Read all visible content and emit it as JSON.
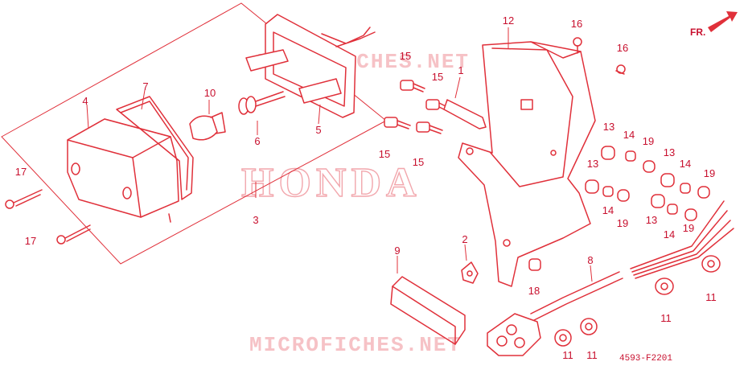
{
  "watermarks": {
    "top": "MICROFICHES.NET",
    "center": "HONDA",
    "bottom": "MICROFICHES.NET"
  },
  "direction": {
    "label": "FR."
  },
  "figure_code": "4593-F2201",
  "callouts": [
    "1",
    "2",
    "3",
    "4",
    "5",
    "6",
    "7",
    "8",
    "9",
    "10",
    "11",
    "12",
    "13",
    "14",
    "15",
    "16",
    "17",
    "18",
    "19"
  ]
}
